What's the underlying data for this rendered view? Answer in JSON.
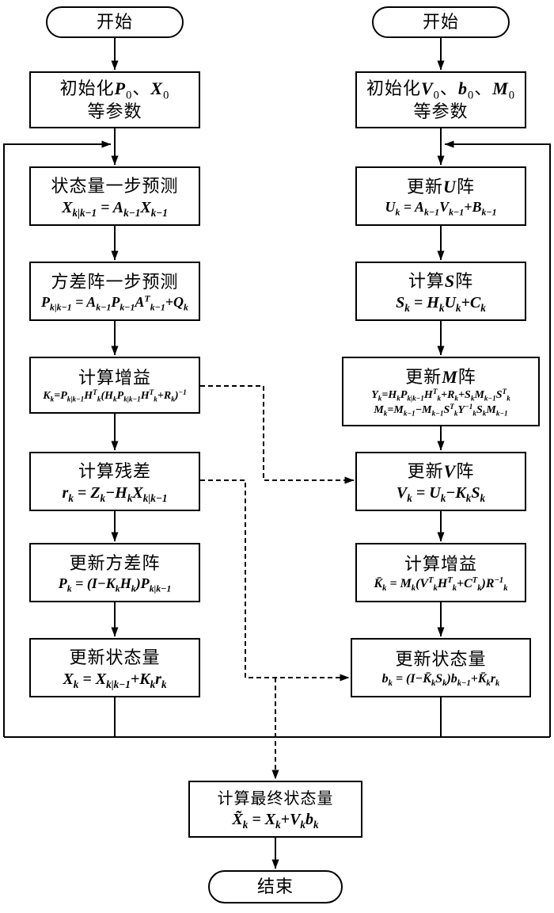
{
  "left": {
    "start": "开始",
    "init": {
      "line1": "初始化<i>P</i><sub>0</sub>、<i>X</i><sub>0</sub>",
      "line2": "等参数"
    },
    "predict_state": {
      "title": "状态量一步预测",
      "formula": "X<sub>k|k−1</sub> = A<sub>k−1</sub>X<sub>k−1</sub>"
    },
    "predict_cov": {
      "title": "方差阵一步预测",
      "formula": "P<sub>k|k−1</sub> = A<sub>k−1</sub>P<sub>k−1</sub>A<sup>T</sup><sub>k−1</sub>+Q<sub>k</sub>"
    },
    "gain": {
      "title": "计算增益",
      "formula": "K<sub>k</sub>=P<sub>k|k−1</sub>H<sup>T</sup><sub>k</sub>(H<sub>k</sub>P<sub>k|k−1</sub>H<sup>T</sup><sub>k</sub>+R<sub>k</sub>)<sup>−1</sup>"
    },
    "residual": {
      "title": "计算残差",
      "formula": "r<sub>k</sub> = Z<sub>k</sub>−H<sub>k</sub>X<sub>k|k−1</sub>"
    },
    "update_cov": {
      "title": "更新方差阵",
      "formula": "P<sub>k</sub> = (I−K<sub>k</sub>H<sub>k</sub>)P<sub>k|k−1</sub>"
    },
    "update_state": {
      "title": "更新状态量",
      "formula": "X<sub>k</sub> = X<sub>k|k−1</sub>+K<sub>k</sub>r<sub>k</sub>"
    }
  },
  "right": {
    "start": "开始",
    "init": {
      "line1": "初始化<i>V</i><sub>0</sub>、<i>b</i><sub>0</sub>、<i>M</i><sub>0</sub>",
      "line2": "等参数"
    },
    "update_u": {
      "title": "更新<i>U</i>阵",
      "formula": "U<sub>k</sub> = A<sub>k−1</sub>V<sub>k−1</sub>+B<sub>k−1</sub>"
    },
    "compute_s": {
      "title": "计算<i>S</i>阵",
      "formula": "S<sub>k</sub> = H<sub>k</sub>U<sub>k</sub>+C<sub>k</sub>"
    },
    "update_m": {
      "title": "更新<i>M</i>阵",
      "formula1": "Y<sub>k</sub>=H<sub>k</sub>P<sub>k|k−1</sub>H<sup>T</sup><sub>k</sub>+R<sub>k</sub>+S<sub>k</sub>M<sub>k−1</sub>S<sup>T</sup><sub>k</sub>",
      "formula2": "M<sub>k</sub>=M<sub>k−1</sub>−M<sub>k−1</sub>S<sup>T</sup><sub>k</sub>Y<sup>−1</sup><sub>k</sub>S<sub>k</sub>M<sub>k−1</sub>"
    },
    "update_v": {
      "title": "更新<i>V</i>阵",
      "formula": "V<sub>k</sub> = U<sub>k</sub>−K<sub>k</sub>S<sub>k</sub>"
    },
    "gain": {
      "title": "计算增益",
      "formula": "K̄<sub>k</sub> = M<sub>k</sub>(V<sup>T</sup><sub>k</sub>H<sup>T</sup><sub>k</sub>+C<sup>T</sup><sub>k</sub>)R<sup>−1</sup><sub>k</sub>"
    },
    "update_state": {
      "title": "更新状态量",
      "formula": "b<sub>k</sub> = (I−K̄<sub>k</sub>S<sub>k</sub>)b<sub>k−1</sub>+K̄<sub>k</sub>r<sub>k</sub>"
    }
  },
  "final_step": {
    "title": "计算最终状态量",
    "formula": "X̃<sub>k</sub> = X<sub>k</sub>+V<sub>k</sub>b<sub>k</sub>"
  },
  "end_label": "结束"
}
